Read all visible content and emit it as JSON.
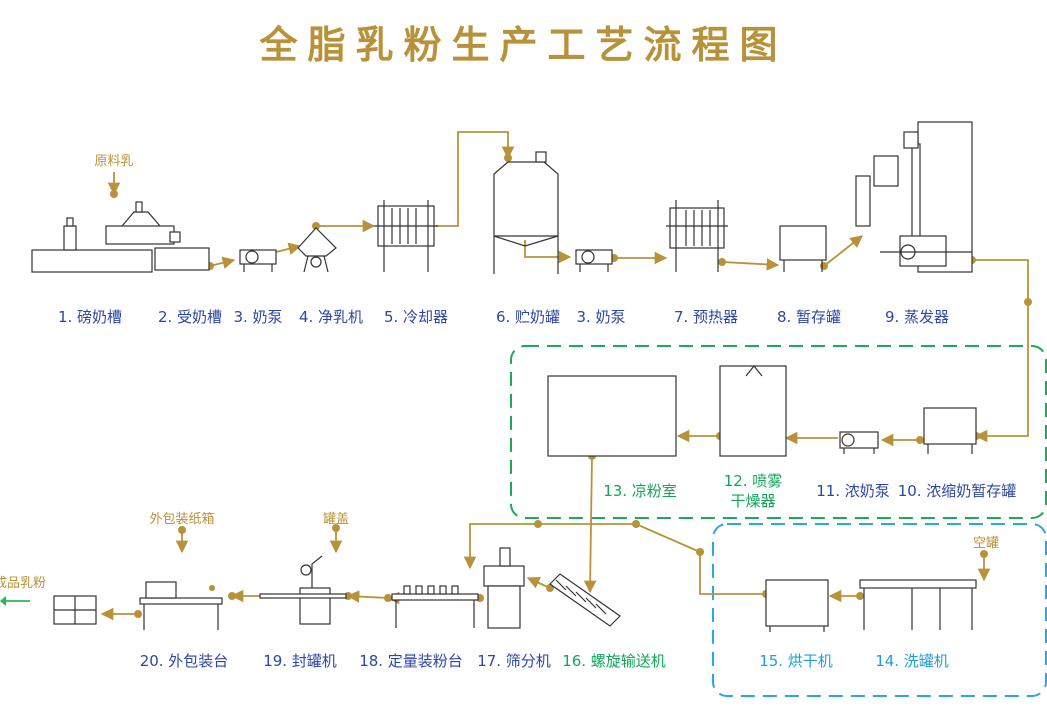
{
  "title": "全脂乳粉生产工艺流程图",
  "colors": {
    "title": "#b8923a",
    "line": "#b8923a",
    "label_blue": "#2d46a8",
    "label_green": "#11a55a",
    "label_cyan": "#1ea0d8",
    "zone_green": "#1aaa5c",
    "zone_cyan": "#2aa8df",
    "equipment": "#333333",
    "output_arrow": "#2bb65a"
  },
  "inputs": {
    "raw_milk": "原料乳",
    "carton": "外包装纸箱",
    "lid": "罐盖",
    "empty_can": "空罐",
    "product": "成品乳粉"
  },
  "steps": {
    "s1": "1. 磅奶槽",
    "s2": "2. 受奶槽",
    "s3a": "3. 奶泵",
    "s4": "4. 净乳机",
    "s5": "5. 冷却器",
    "s6": "6. 贮奶罐",
    "s3b": "3. 奶泵",
    "s7": "7. 预热器",
    "s8": "8. 暂存罐",
    "s9": "9. 蒸发器",
    "s10": "10. 浓缩奶暂存罐",
    "s11": "11. 浓奶泵",
    "s12a": "12. 喷雾",
    "s12b": "干燥器",
    "s13": "13. 凉粉室",
    "s14": "14. 洗罐机",
    "s15": "15. 烘干机",
    "s16": "16. 螺旋输送机",
    "s17": "17. 筛分机",
    "s18": "18. 定量装粉台",
    "s19": "19. 封罐机",
    "s20": "20. 外包装台"
  }
}
